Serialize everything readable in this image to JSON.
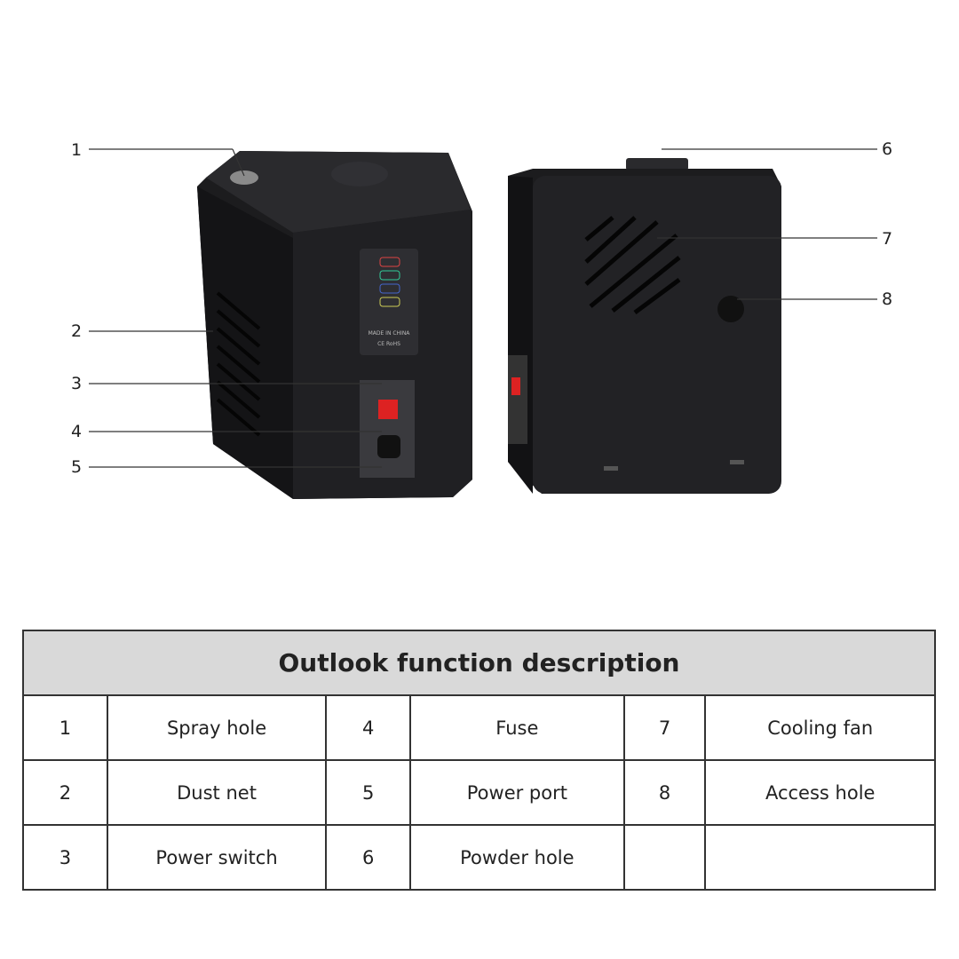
{
  "callouts": [
    "1",
    "2",
    "3",
    "4",
    "5",
    "6",
    "7",
    "8"
  ],
  "table": {
    "title": "Outlook function description",
    "rows": [
      [
        {
          "n": "1",
          "label": "Spray hole"
        },
        {
          "n": "4",
          "label": "Fuse"
        },
        {
          "n": "7",
          "label": "Cooling fan"
        }
      ],
      [
        {
          "n": "2",
          "label": "Dust net"
        },
        {
          "n": "5",
          "label": "Power port"
        },
        {
          "n": "8",
          "label": "Access hole"
        }
      ],
      [
        {
          "n": "3",
          "label": "Power switch"
        },
        {
          "n": "6",
          "label": "Powder hole"
        },
        {
          "n": "",
          "label": ""
        }
      ]
    ]
  },
  "device": {
    "made_in": "MADE IN CHINA",
    "marks": "CE RoHS"
  }
}
